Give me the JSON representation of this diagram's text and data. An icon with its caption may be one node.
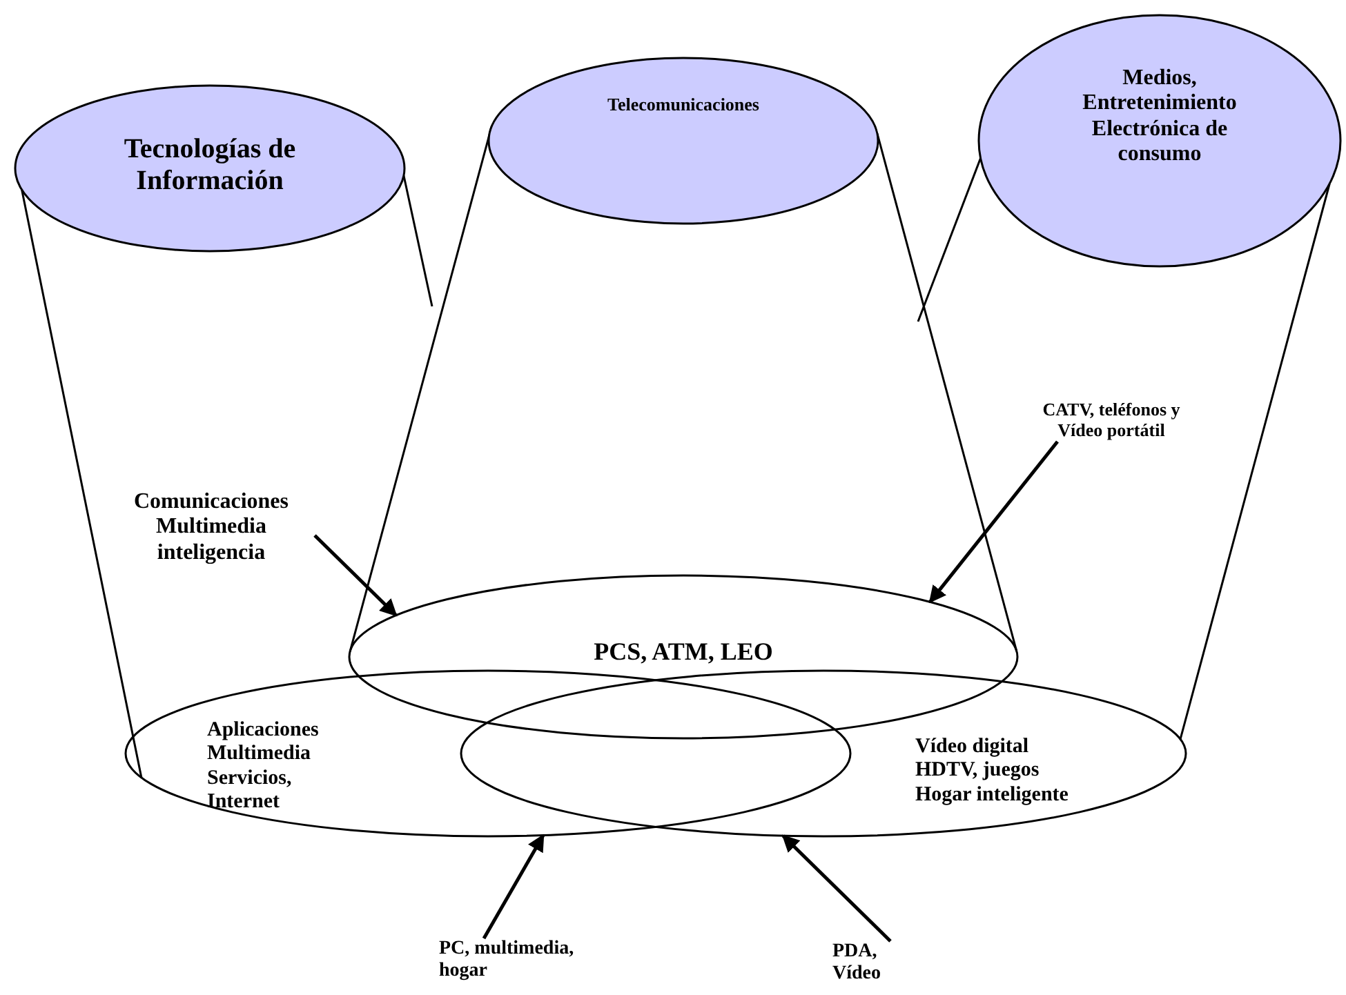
{
  "diagram": {
    "nodes": [
      {
        "text": [
          "Tecnologías de Información"
        ]
      },
      {
        "text": [
          "Telecomunicaciones"
        ]
      },
      {
        "text": [
          "Medios, Entretenimiento Electrónica de consumo"
        ]
      },
      {
        "text": [
          "PCS, ATM, LEO"
        ]
      },
      {
        "text": [
          "Aplicaciones Multimedia Servicios, Internet"
        ]
      },
      {
        "text": [
          "Vídeo digital HDTV, juegos Hogar inteligente"
        ]
      },
      {
        "text": [
          "Comunicaciones Multimedia inteligencia"
        ]
      },
      {
        "text": [
          "CATV, teléfonos y Vídeo portátil"
        ]
      },
      {
        "text": [
          "PC, multimedia, hogar"
        ]
      },
      {
        "text": [
          "PDA, Vídeo"
        ]
      }
    ],
    "edges": [
      {
        "from": 0,
        "to": 4,
        "arrow": "none"
      },
      {
        "from": 0,
        "to": null,
        "arrow": "none"
      },
      {
        "from": 1,
        "to": 3,
        "arrow": "none"
      },
      {
        "from": 1,
        "to": 3,
        "arrow": "none"
      },
      {
        "from": 2,
        "to": null,
        "arrow": "none"
      },
      {
        "from": 2,
        "to": 5,
        "arrow": "none"
      },
      {
        "from": 6,
        "to": 3,
        "arrow": "to"
      },
      {
        "from": 7,
        "to": 3,
        "arrow": "to"
      },
      {
        "from": 8,
        "to": 4,
        "arrow": "to"
      },
      {
        "from": 9,
        "to": 5,
        "arrow": "to"
      }
    ]
  }
}
